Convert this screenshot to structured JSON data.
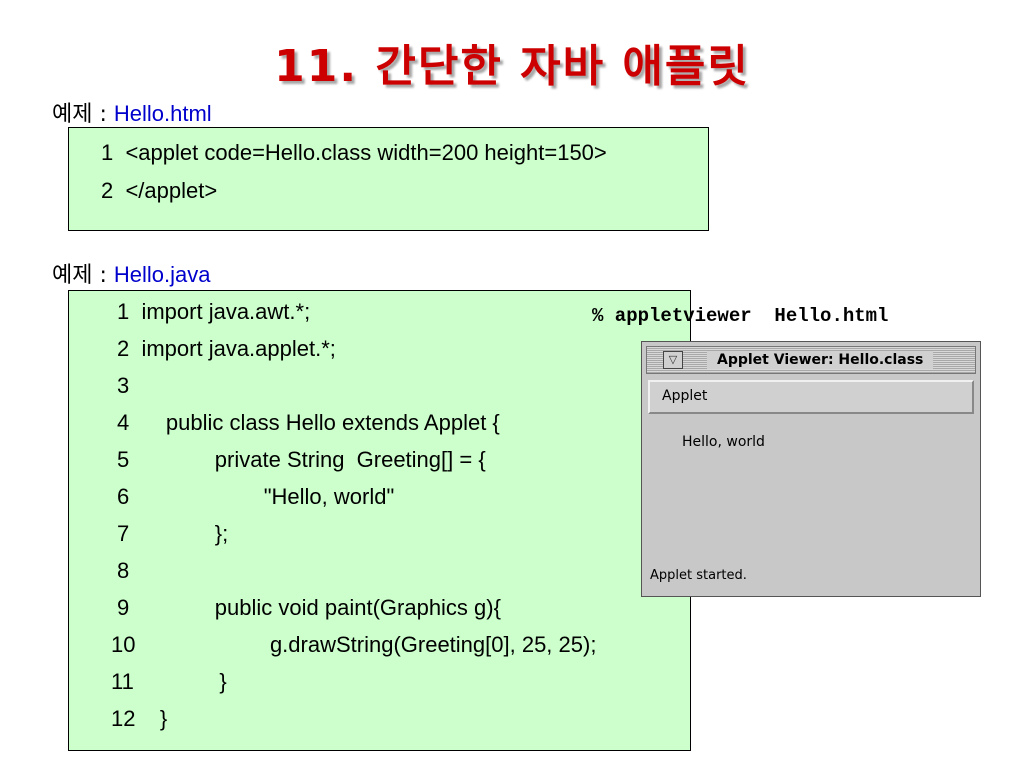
{
  "title": "11. 간단한 자바 애플릿",
  "example1": {
    "prefix": "예제 : ",
    "filename": "Hello.html",
    "lines": [
      "1  <applet code=Hello.class width=200 height=150>",
      "2  </applet>"
    ]
  },
  "example2": {
    "prefix": "예제 : ",
    "filename": "Hello.java",
    "lines": [
      "1  import java.awt.*;",
      "2  import java.applet.*;",
      "3",
      "4      public class Hello extends Applet {",
      "5              private String  Greeting[] = {",
      "6                      \"Hello, world\"",
      "7              };",
      "8",
      "9              public void paint(Graphics g){",
      "10                      g.drawString(Greeting[0], 25, 25);",
      "11              }",
      "12    }"
    ]
  },
  "command": "% appletviewer  Hello.html",
  "applet_window": {
    "title": "Applet Viewer: Hello.class",
    "menu": "Applet",
    "output": "Hello, world",
    "status": "Applet started.",
    "collapse_icon": "triangle-down-icon"
  }
}
